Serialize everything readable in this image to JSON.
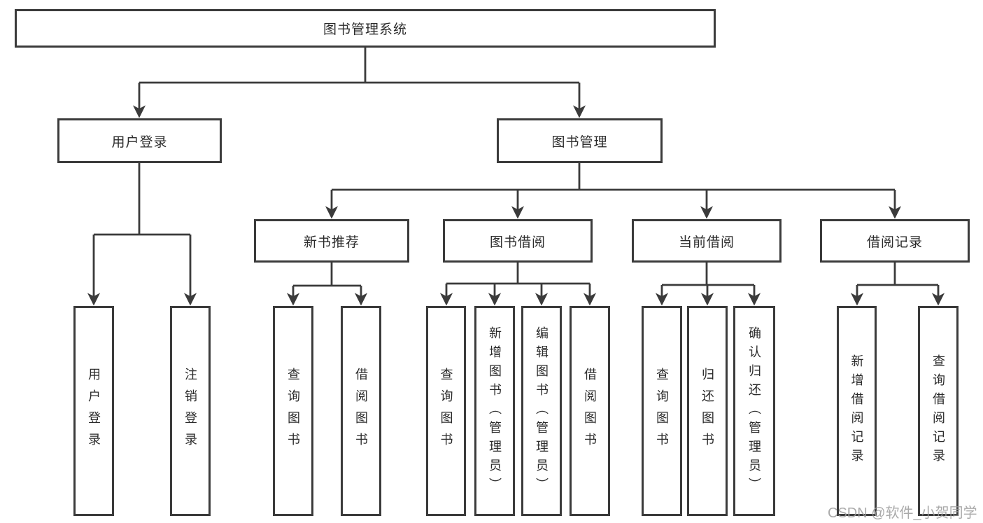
{
  "title": {
    "root": "图书管理系统"
  },
  "level2": {
    "user_login": "用户登录",
    "book_mgmt": "图书管理"
  },
  "level3": {
    "new_books": "新书推荐",
    "borrow": "图书借阅",
    "current": "当前借阅",
    "records": "借阅记录"
  },
  "leaves": {
    "user_login": [
      "用户登录",
      "注销登录"
    ],
    "new_books": [
      "查询图书",
      "借阅图书"
    ],
    "borrow": [
      "查询图书",
      "新增图书（管理员）",
      "编辑图书（管理员）",
      "借阅图书"
    ],
    "current": [
      "查询图书",
      "归还图书",
      "确认归还（管理员）"
    ],
    "records": [
      "新增借阅记录",
      "查询借阅记录"
    ]
  },
  "watermark": "CSDN @软件_小贺同学",
  "colors": {
    "line": "#3b3b3b",
    "text": "#2b2b2b",
    "watermark": "#9c9c9c",
    "background": "#ffffff"
  }
}
